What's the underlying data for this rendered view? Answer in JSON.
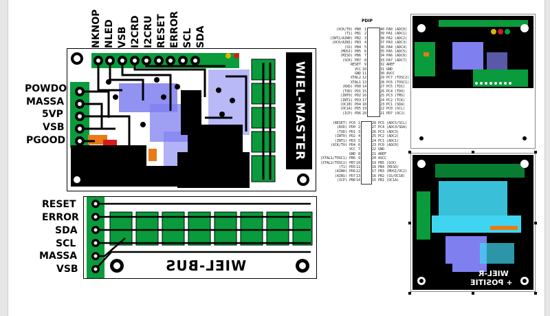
{
  "top_connector_labels": [
    "NKNOP",
    "NLED",
    "VSB",
    "I2CRD",
    "I2CRU",
    "RESET",
    "ERROR",
    "SCL",
    "SDA"
  ],
  "left_connector_labels": [
    "POWDO",
    "MASSA",
    "5VP",
    "VSB",
    "PGOOD"
  ],
  "bus_connector_labels": [
    "RESET",
    "ERROR",
    "SDA",
    "SCL",
    "MASSA",
    "VSB"
  ],
  "main_board_text": "WIEL-MASTER",
  "bus_board_text": "WIEL-BUS",
  "thumb_board_text": [
    "WIEL-R",
    "+ POSITIE"
  ],
  "chip1": {
    "title": "PDIP",
    "left_pins": [
      "(XCK/T0) PB0",
      "(T1) PB1",
      "(INT2/AIN0) PB2",
      "(OC0/AIN1) PB3",
      "(SS) PB4",
      "(MOSI) PB5",
      "(MISO) PB6",
      "(SCK) PB7",
      "RESET",
      "VCC",
      "GND",
      "XTAL2",
      "XTAL1",
      "(RXD) PD0",
      "(TXD) PD1",
      "(INT0) PD2",
      "(INT1) PD3",
      "(OC1B) PD4",
      "(OC1A) PD5",
      "(ICP) PD6"
    ],
    "left_nums": [
      "1",
      "2",
      "3",
      "4",
      "5",
      "6",
      "7",
      "8",
      "9",
      "10",
      "11",
      "12",
      "13",
      "14",
      "15",
      "16",
      "17",
      "18",
      "19",
      "20"
    ],
    "right_nums": [
      "40",
      "39",
      "38",
      "37",
      "36",
      "35",
      "34",
      "33",
      "32",
      "31",
      "30",
      "29",
      "28",
      "27",
      "26",
      "25",
      "24",
      "23",
      "22",
      "21"
    ],
    "right_pins": [
      "PA0 (ADC0)",
      "PA1 (ADC1)",
      "PA2 (ADC2)",
      "PA3 (ADC3)",
      "PA4 (ADC4)",
      "PA5 (ADC5)",
      "PA6 (ADC6)",
      "PA7 (ADC7)",
      "AREF",
      "GND",
      "AVCC",
      "PC7 (TOSC2)",
      "PC6 (TOSC1)",
      "PC5 (TDI)",
      "PC4 (TDO)",
      "PC3 (TMS)",
      "PC2 (TCK)",
      "PC1 (SDA)",
      "PC0 (SCL)",
      "PD7 (OC2)"
    ]
  },
  "chip2": {
    "left_pins": [
      "(RESET) PC6",
      "(RXD) PD0",
      "(TXD) PD1",
      "(INT0) PD2",
      "(INT1) PD3",
      "(XCK/T0) PD4",
      "VCC",
      "GND",
      "(XTAL1/TOSC1) PB6",
      "(XTAL2/TOSC2) PB7",
      "(T1) PD5",
      "(AIN0) PD6",
      "(AIN1) PD7",
      "(ICP) PB0"
    ],
    "left_nums": [
      "1",
      "2",
      "3",
      "4",
      "5",
      "6",
      "7",
      "8",
      "9",
      "10",
      "11",
      "12",
      "13",
      "14"
    ],
    "right_nums": [
      "28",
      "27",
      "26",
      "25",
      "24",
      "23",
      "22",
      "21",
      "20",
      "19",
      "18",
      "17",
      "16",
      "15"
    ],
    "right_pins": [
      "PC5 (ADC5/SCL)",
      "PC4 (ADC4/SDA)",
      "PC3 (ADC3)",
      "PC2 (ADC2)",
      "PC1 (ADC1)",
      "PC0 (ADC0)",
      "GND",
      "AREF",
      "AVCC",
      "PB5 (SCK)",
      "PB4 (MISO)",
      "PB3 (MOSI/OC2)",
      "PB2 (SS/OC1B)",
      "PB1 (OC1A)"
    ]
  },
  "colors": {
    "green": "#0a9b3c",
    "copper_blue": "#7f7ff0",
    "cyan": "#3fd5f0",
    "orange": "#e87a18",
    "red": "#d81c1c",
    "black": "#000000"
  }
}
